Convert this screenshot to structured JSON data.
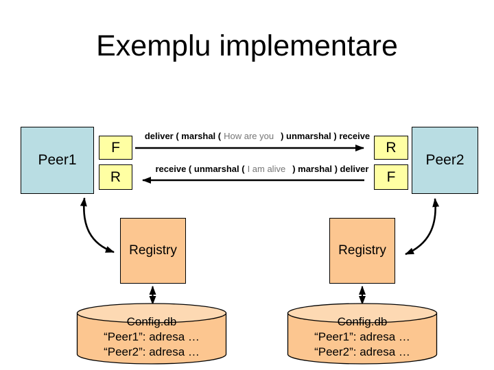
{
  "slide": {
    "title": "Exemplu implementare",
    "colors": {
      "peer_fill": "#b9dde3",
      "stub_fill": "#ffffa3",
      "registry_fill": "#fcc690",
      "cylinder_fill": "#fcc690",
      "cylinder_top_fill": "#fdd9b3",
      "arrow_color": "#000000",
      "payload_text_color": "#757575",
      "title_color": "#000000",
      "background": "#ffffff"
    },
    "peers": {
      "left": "Peer1",
      "right": "Peer2"
    },
    "stubs": {
      "left_top": "F",
      "left_bottom": "R",
      "right_top": "R",
      "right_bottom": "F"
    },
    "messages": {
      "request": {
        "prefix": "deliver ( marshal (",
        "payload": "How are you",
        "suffix": ") unmarshal ) receive"
      },
      "reply": {
        "prefix": "receive ( unmarshal (",
        "payload": "I am alive",
        "suffix": ") marshal ) deliver"
      }
    },
    "registries": {
      "left": "Registry",
      "right": "Registry"
    },
    "databases": {
      "left": {
        "lines": [
          "Config.db",
          "“Peer1”: adresa …",
          "“Peer2”: adresa …"
        ]
      },
      "right": {
        "lines": [
          "Config.db",
          "“Peer1”: adresa …",
          "“Peer2”: adresa …"
        ]
      }
    }
  }
}
